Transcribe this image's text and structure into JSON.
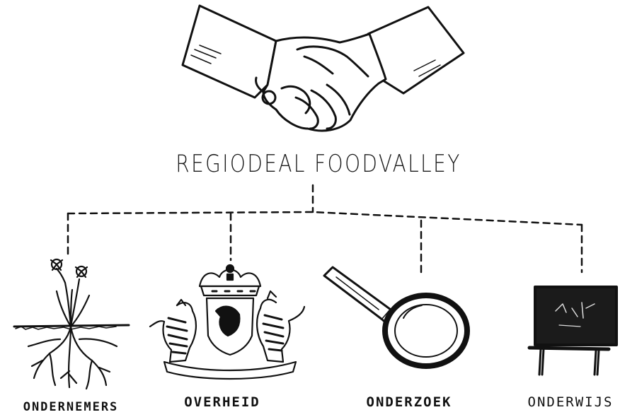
{
  "title": "REGIODEAL FOODVALLEY",
  "branches": [
    {
      "label": "ONDERNEMERS",
      "icon": "plant-with-roots-icon"
    },
    {
      "label": "OVERHEID",
      "icon": "coat-of-arms-icon"
    },
    {
      "label": "ONDERZOEK",
      "icon": "magnifying-glass-icon"
    },
    {
      "label": "ONDERWIJS",
      "icon": "chalkboard-icon"
    }
  ],
  "colors": {
    "ink": "#111111",
    "background": "#ffffff",
    "board": "#1b1b1b"
  }
}
